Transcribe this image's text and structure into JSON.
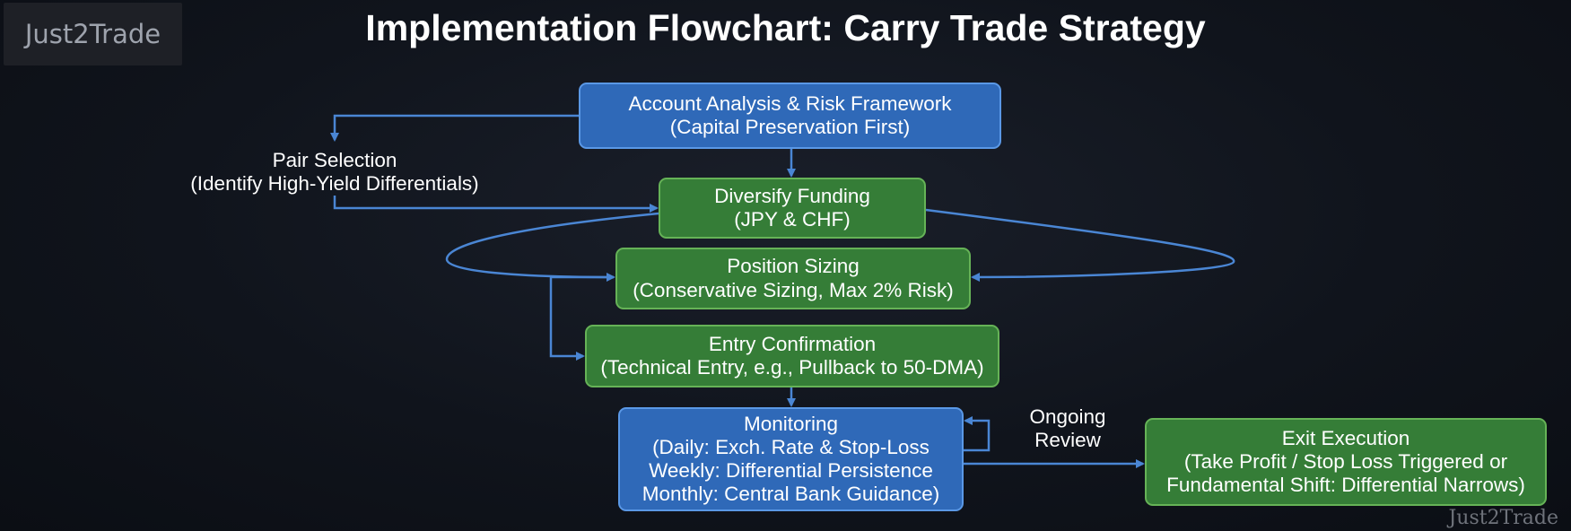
{
  "brand": {
    "logo_text": "Just2Trade",
    "watermark_text": "Just2Trade"
  },
  "title": "Implementation Flowchart: Carry Trade Strategy",
  "nodes": {
    "account_analysis": {
      "line1": "Account Analysis & Risk Framework",
      "line2": "(Capital Preservation First)",
      "color": "#2f69b8"
    },
    "pair_selection": {
      "line1": "Pair Selection",
      "line2": "(Identify High-Yield Differentials)"
    },
    "diversify_funding": {
      "line1": "Diversify Funding",
      "line2": "(JPY & CHF)",
      "color": "#357d37"
    },
    "position_sizing": {
      "line1": "Position Sizing",
      "line2": "(Conservative Sizing, Max 2% Risk)",
      "color": "#357d37"
    },
    "entry_confirmation": {
      "line1": "Entry Confirmation",
      "line2": "(Technical Entry, e.g., Pullback to 50-DMA)",
      "color": "#357d37"
    },
    "monitoring": {
      "line1": "Monitoring",
      "line2": "(Daily: Exch. Rate & Stop-Loss",
      "line3": "Weekly: Differential Persistence",
      "line4": "Monthly: Central Bank Guidance)",
      "color": "#2f69b8"
    },
    "ongoing_review": {
      "line1": "Ongoing",
      "line2": "Review"
    },
    "exit_execution": {
      "line1": "Exit Execution",
      "line2": "(Take Profit / Stop Loss Triggered or",
      "line3": "Fundamental Shift: Differential Narrows)",
      "color": "#357d37"
    }
  },
  "connector_color": "#4a86d4"
}
